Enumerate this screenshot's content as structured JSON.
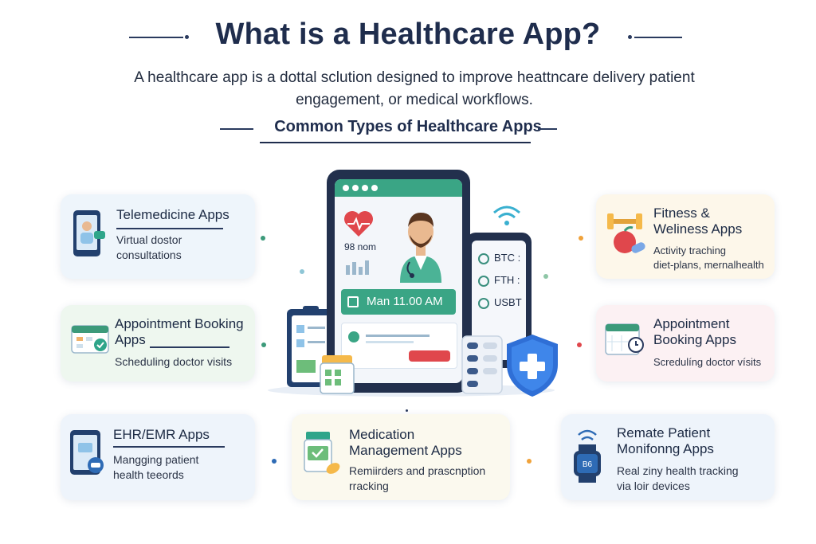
{
  "header": {
    "title": "What is a Healthcare App?",
    "subtitle_line1": "A healthcare app is a dottal sclution designed to improve heattncare delivery patient",
    "subtitle_line2": "engagement, or medical workflows.",
    "section_title": "Common Types of Healthcare Apps"
  },
  "cards": {
    "telemedicine": {
      "title": "Telemedicine Apps",
      "desc_line1": "Virtual dostor",
      "desc_line2": "consultations"
    },
    "appointment_left": {
      "title_line1": "Appointment Booking",
      "title_line2": "Apps",
      "desc": "Scheduling doctor visits"
    },
    "ehr": {
      "title": "EHR/EMR Apps",
      "desc_line1": "Mangging patient",
      "desc_line2": "health teeords"
    },
    "medication": {
      "title_line1": "Medication",
      "title_line2": "Management Apps",
      "desc_line1": "Remiirders and prascnption",
      "desc_line2": "rracking"
    },
    "fitness": {
      "title_line1": "Fitness &",
      "title_line2": "Weliness Apps",
      "desc_line1": "Activity traching",
      "desc_line2": "diet-plans, mernalhealth"
    },
    "appointment_right": {
      "title_line1": "Appointment",
      "title_line2": "Booking Apps",
      "desc": "Scredulíng doctor vísits"
    },
    "remote": {
      "title_line1": "Remate Patient",
      "title_line2": "Monifonng Apps",
      "desc_line1": "Real ziny  health tracking",
      "desc_line2": "via loir devices"
    }
  },
  "device": {
    "heart_rate": "98 nom",
    "appointment_time": "Man 11.00 AM",
    "crypto": [
      "BTC :",
      "FTH  :",
      "USBT"
    ],
    "watch_value": "B6"
  },
  "colors": {
    "navy": "#1f2d4d",
    "teal": "#2fa58a",
    "red": "#e0474c",
    "blue_shield": "#2f6fd6"
  }
}
